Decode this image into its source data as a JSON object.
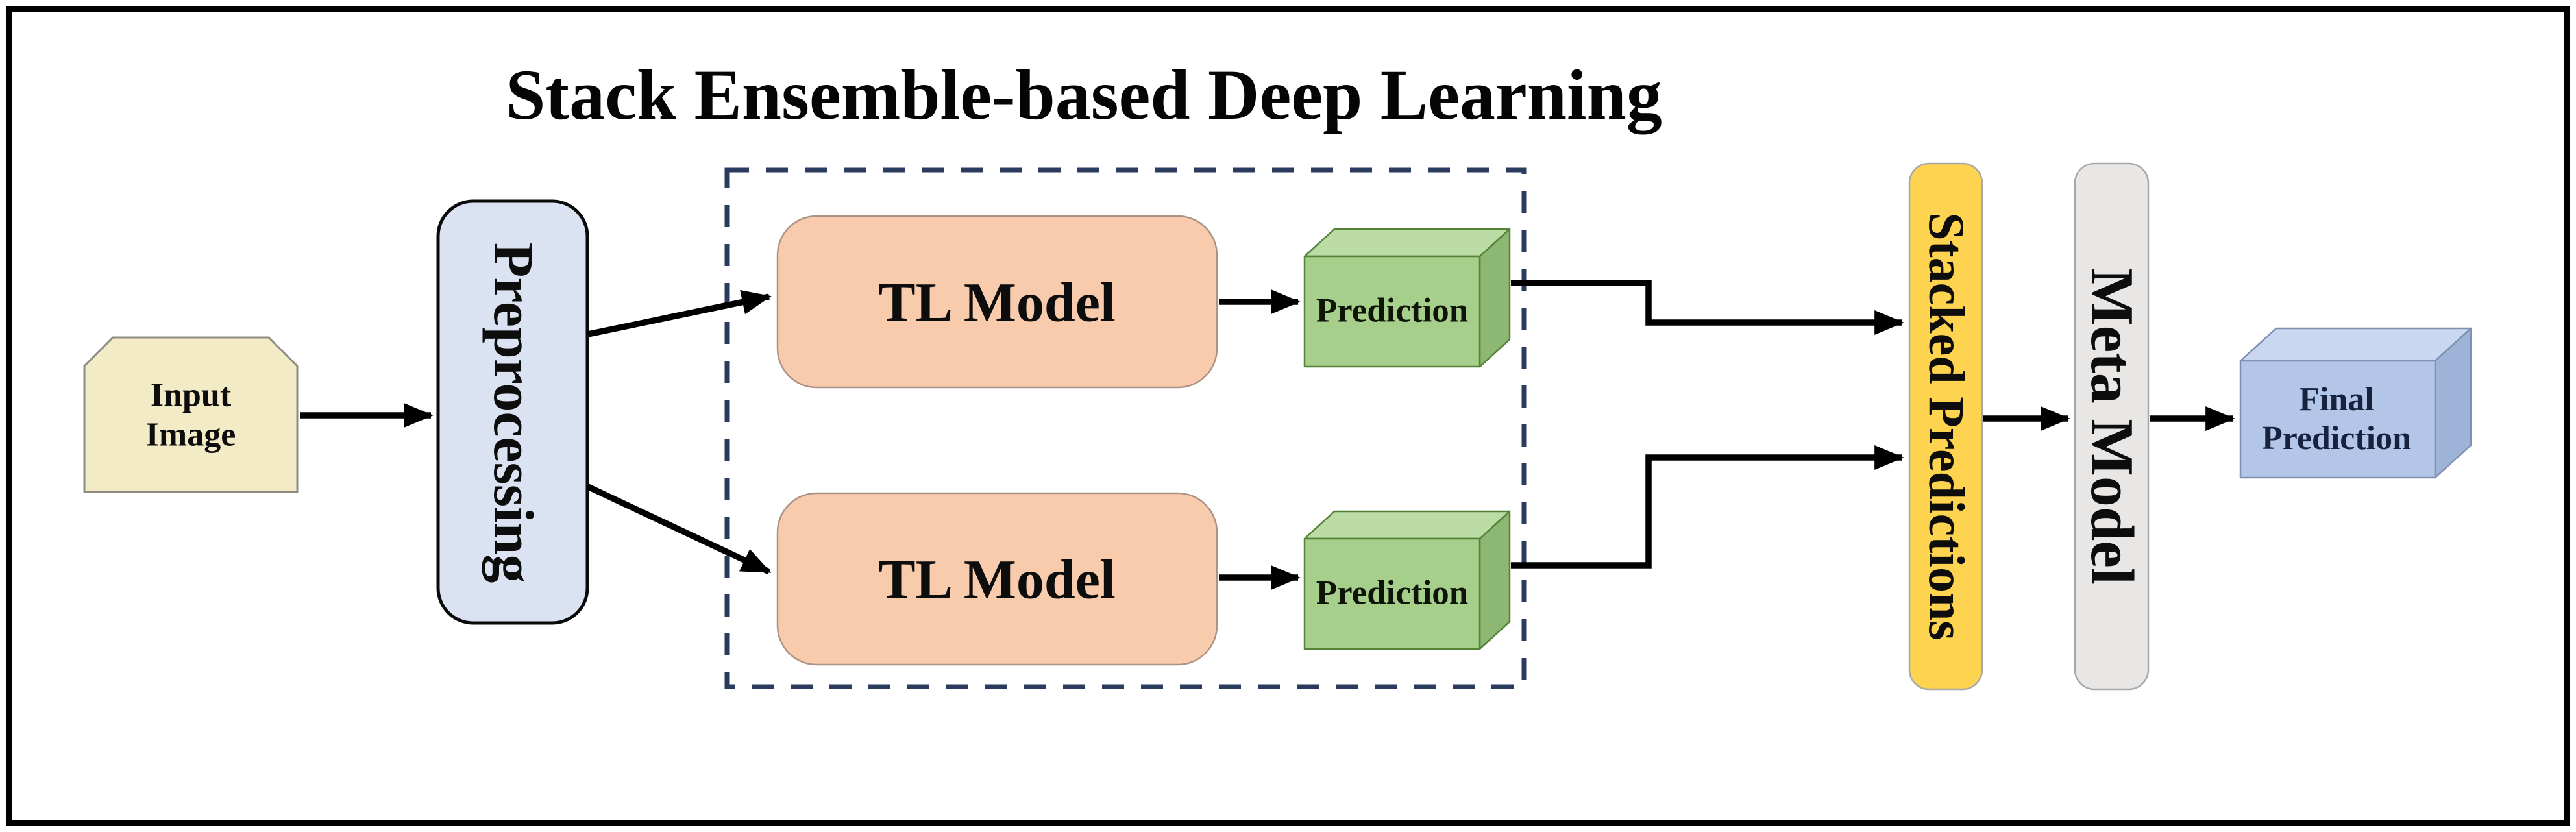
{
  "title": "Stack Ensemble-based Deep Learning",
  "nodes": {
    "input_image": {
      "label": "Input\nImage"
    },
    "preprocessing": {
      "label": "Preprocessing"
    },
    "tl_model_1": {
      "label": "TL Model"
    },
    "tl_model_2": {
      "label": "TL Model"
    },
    "prediction_1": {
      "label": "Prediction"
    },
    "prediction_2": {
      "label": "Prediction"
    },
    "stacked_predictions": {
      "label": "Stacked Predictions"
    },
    "meta_model": {
      "label": "Meta Model"
    },
    "final_prediction": {
      "label": "Final\nPrediction"
    }
  },
  "colors": {
    "frame_border": "#000000",
    "input_fill": "#f3ebc5",
    "input_border": "#8c8c85",
    "preprocessing_fill": "#dbe3f3",
    "preprocessing_border": "#0a0a0a",
    "tl_fill": "#f8cbad",
    "tl_border": "#ad9385",
    "cube_green_front": "#a6cf8c",
    "cube_green_top": "#bcdca6",
    "cube_green_side": "#8cb873",
    "cube_green_border": "#538135",
    "stacked_fill": "#fed34f",
    "stacked_border": "#a8a8a8",
    "meta_fill": "#e8e7e5",
    "meta_border": "#a8a8a8",
    "cube_blue_front": "#b3c6e7",
    "cube_blue_top": "#c9d7f0",
    "cube_blue_side": "#9db3d8",
    "cube_blue_border": "#8090b0",
    "dashed_border": "#2a3b5e",
    "arrow": "#000000"
  }
}
